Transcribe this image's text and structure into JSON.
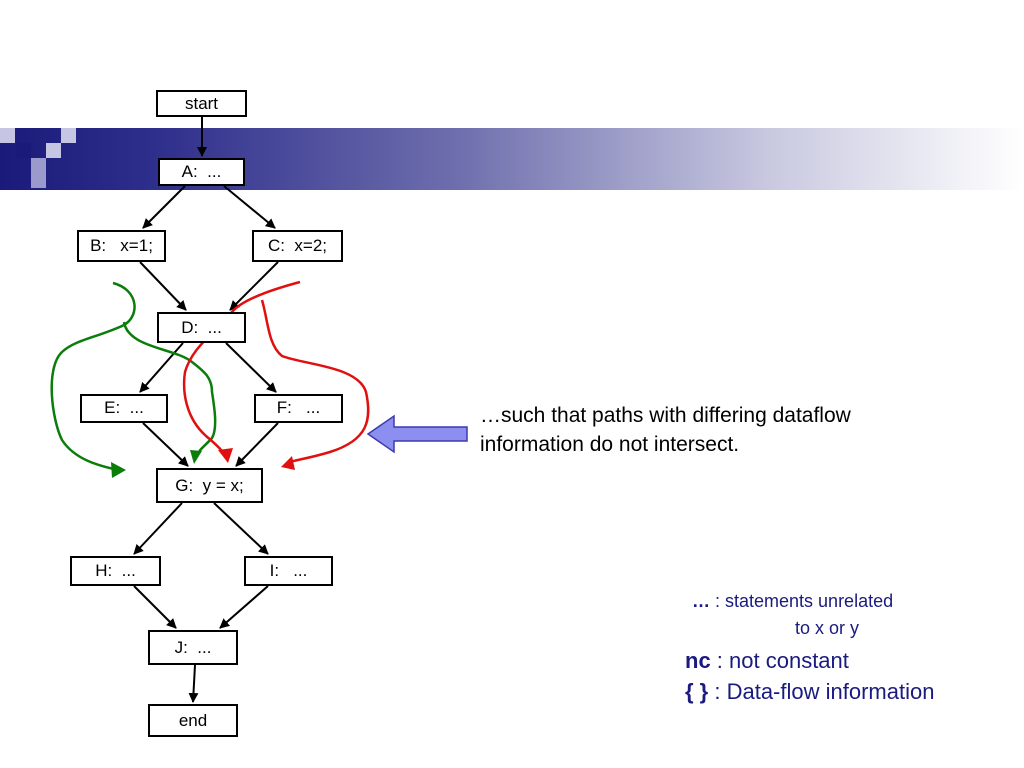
{
  "nodes": {
    "start": "start",
    "a": "A:  ...",
    "b": "B:   x=1;",
    "c": "C:  x=2;",
    "d": "D:  ...",
    "e": "E:  ...",
    "f": "F:   ...",
    "g": "G:  y = x;",
    "h": "H:  ...",
    "i": "I:   ...",
    "j": "J:  ...",
    "end": "end"
  },
  "caption": {
    "line1": "…such that paths with differing dataflow",
    "line2": "information do not intersect."
  },
  "legend": {
    "ellipsis_key": "…",
    "ellipsis_desc1": " : statements unrelated",
    "ellipsis_desc2": "to x or y",
    "nc_key": "nc",
    "nc_desc": " : not constant",
    "braces_key": "{ }",
    "braces_desc": " : Data-flow information"
  },
  "colors": {
    "green_path": "#0a7d0a",
    "red_path": "#e01010",
    "pointer_arrow_fill": "#8c8ef0",
    "legend_text": "#1a1a80"
  },
  "icons": {
    "pointer": "left-arrow-icon"
  }
}
